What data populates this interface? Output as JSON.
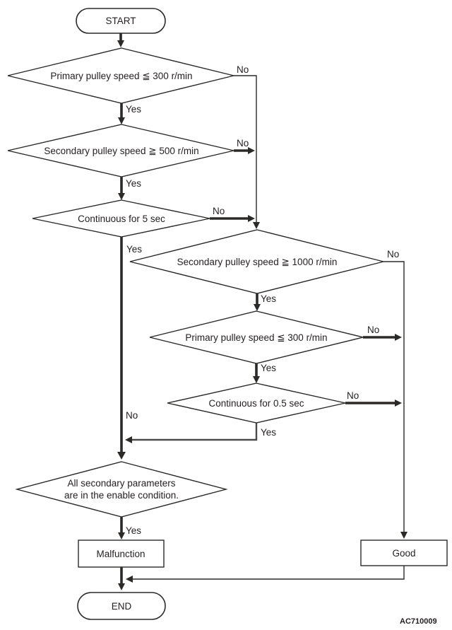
{
  "figure_code": "AC710009",
  "colors": {
    "line": "#2b2a29",
    "text": "#231f20",
    "background": "#ffffff"
  },
  "nodes": {
    "start": {
      "type": "terminator",
      "label": "START"
    },
    "d1": {
      "type": "decision",
      "label": "Primary pulley speed ≦ 300 r/min"
    },
    "d2": {
      "type": "decision",
      "label": "Secondary pulley speed ≧ 500 r/min"
    },
    "d3": {
      "type": "decision",
      "label": "Continuous for 5 sec"
    },
    "d4": {
      "type": "decision",
      "label": "Secondary pulley speed ≧ 1000 r/min"
    },
    "d5": {
      "type": "decision",
      "label": "Primary pulley speed ≦ 300 r/min"
    },
    "d6": {
      "type": "decision",
      "label": "Continuous for 0.5 sec"
    },
    "d7": {
      "type": "decision",
      "label_line1": "All secondary parameters",
      "label_line2": "are in the enable condition."
    },
    "malfunction": {
      "type": "process",
      "label": "Malfunction"
    },
    "good": {
      "type": "process",
      "label": "Good"
    },
    "end": {
      "type": "terminator",
      "label": "END"
    }
  },
  "edge_labels": {
    "d1_no": "No",
    "d1_yes": "Yes",
    "d2_no": "No",
    "d2_yes": "Yes",
    "d3_no": "No",
    "d3_yes": "Yes",
    "d4_no": "No",
    "d4_yes": "Yes",
    "d5_no": "No",
    "d5_yes": "Yes",
    "d6_no": "No",
    "d6_yes": "Yes",
    "left_line_no": "No",
    "d7_yes": "Yes"
  }
}
